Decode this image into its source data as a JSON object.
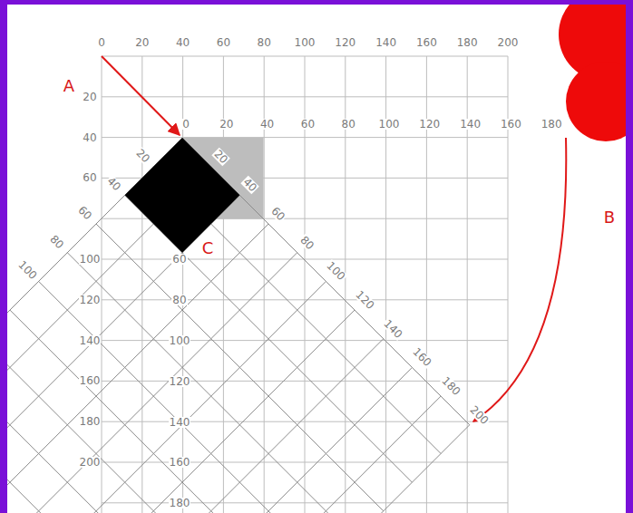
{
  "diagram": {
    "labels": [
      "0",
      "20",
      "40",
      "60",
      "80",
      "100",
      "120",
      "140",
      "160",
      "180",
      "200",
      "20",
      "40",
      "60",
      "100",
      "120",
      "140",
      "160",
      "180",
      "200",
      "0",
      "20",
      "40",
      "60",
      "80",
      "100",
      "120",
      "140",
      "160",
      "180",
      "60",
      "80",
      "100",
      "120",
      "140",
      "160",
      "180",
      "20",
      "40",
      "60",
      "80",
      "100",
      "120",
      "140",
      "160",
      "180",
      "200",
      "20",
      "40",
      "60",
      "80",
      "100",
      "A",
      "B",
      "C"
    ]
  }
}
